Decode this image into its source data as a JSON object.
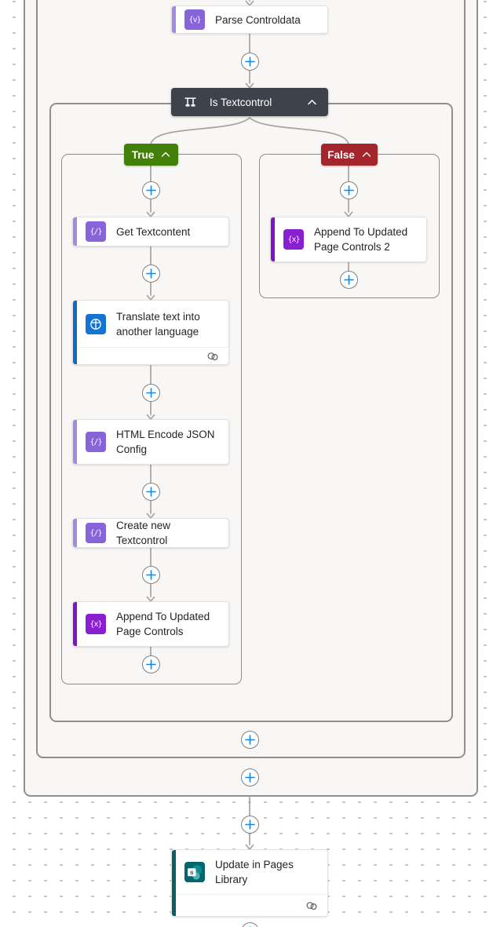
{
  "flow": {
    "parse_action": {
      "title": "Parse Controldata",
      "icon": "parse-json-icon"
    },
    "condition": {
      "title": "Is Textcontrol",
      "icon": "condition-control-icon",
      "true_label": "True",
      "false_label": "False"
    },
    "true_branch": {
      "cards": [
        {
          "title": "Get Textcontent",
          "icon": "compose-icon"
        },
        {
          "title": "Translate text into another language",
          "icon": "translator-icon",
          "has_connection_footer": true
        },
        {
          "title": "HTML Encode JSON Config",
          "icon": "compose-icon"
        },
        {
          "title": "Create new Textcontrol",
          "icon": "compose-icon"
        },
        {
          "title": "Append To Updated Page Controls",
          "icon": "variables-icon"
        }
      ]
    },
    "false_branch": {
      "cards": [
        {
          "title": "Append To Updated Page Controls 2",
          "icon": "variables-icon"
        }
      ]
    },
    "bottom_action": {
      "title": "Update in Pages Library",
      "icon": "sharepoint-icon",
      "has_connection_footer": true
    }
  },
  "icons": {
    "parse_glyph": "{v}",
    "compose_glyph": "{/}",
    "variables_glyph": "{x}",
    "sharepoint_letter": "s"
  },
  "colors": {
    "compose_icon_bg": "#8764d8",
    "compose_accent": "#a18ae4",
    "variables_icon_bg": "#8a1fd0",
    "variables_accent": "#7c15c9",
    "translate_icon_bg": "#1374d2",
    "translate_accent": "#0f6cbd",
    "sharepoint_icon_bg": "#04666c",
    "sharepoint_accent": "#0b5e63",
    "condition_header_bg": "#3d424b",
    "true_pill_bg": "#43800a",
    "false_pill_bg": "#a4262c",
    "plus_blue": "#1b84d7",
    "connector_gray": "#a6a4a2",
    "container_bg": "#f8f7f5",
    "container_border": "#918f8d"
  }
}
